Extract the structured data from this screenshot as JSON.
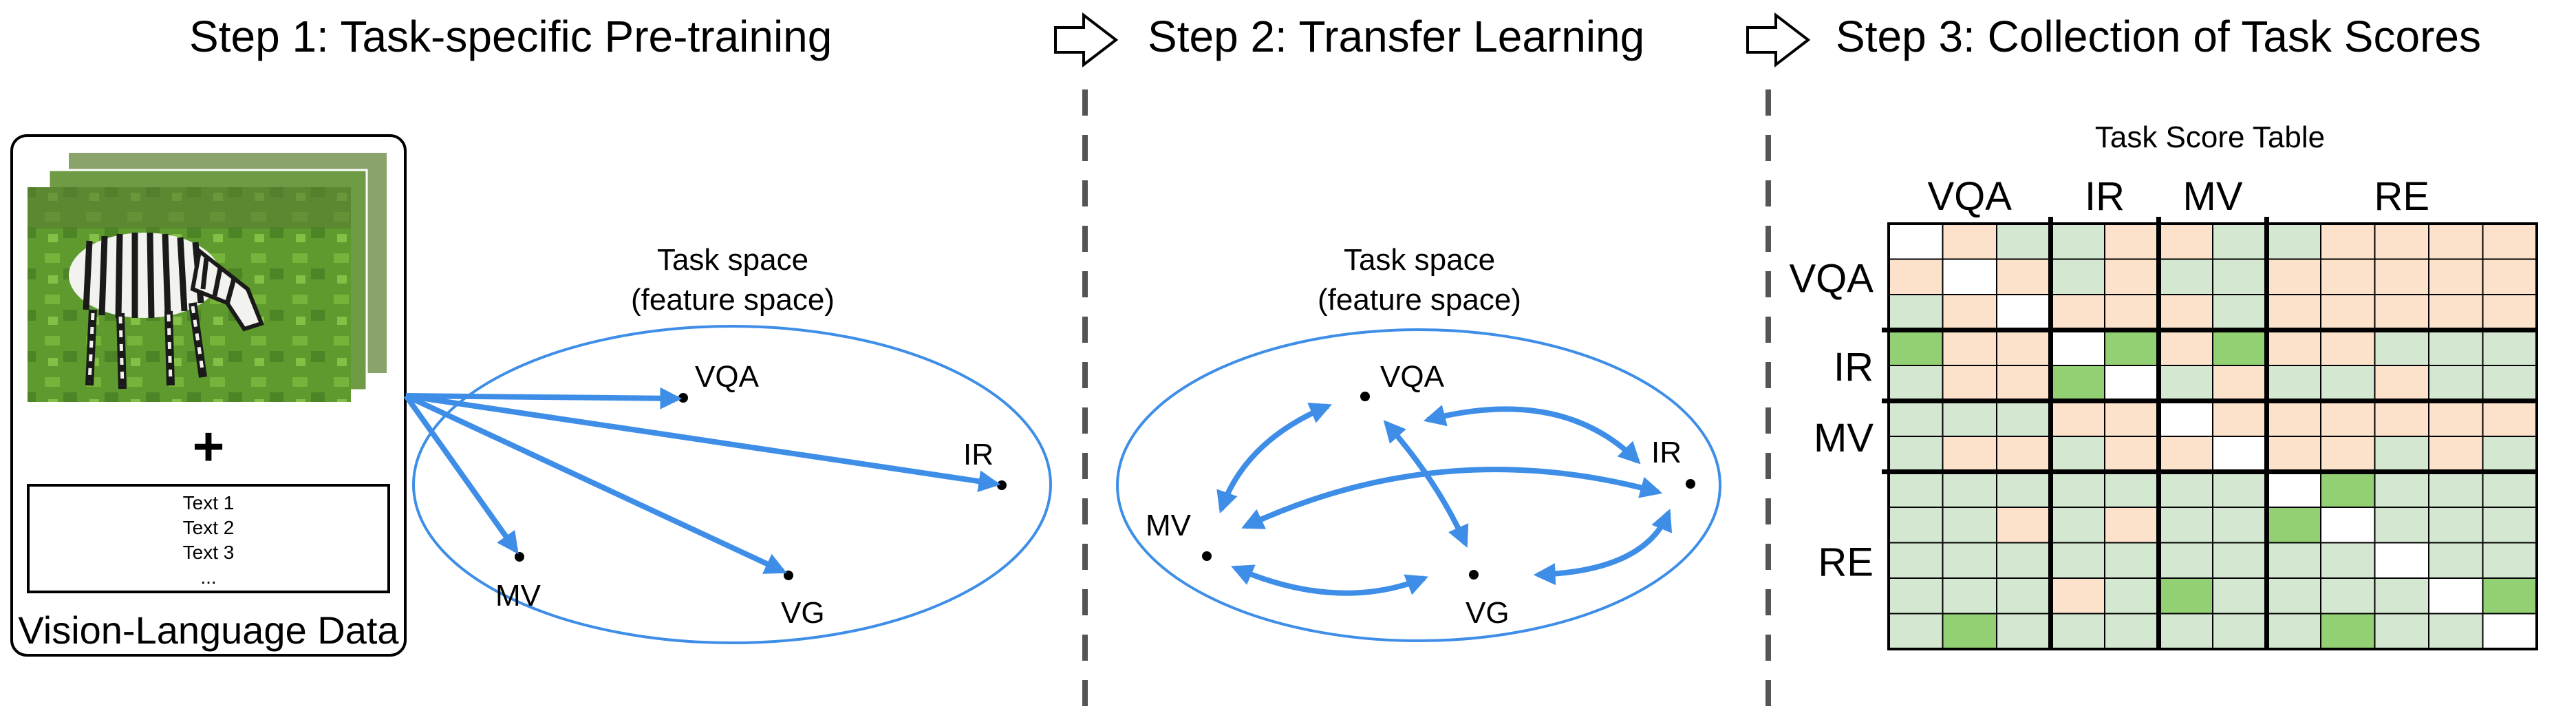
{
  "titles": {
    "step1": "Step 1: Task-specific Pre-training",
    "step2": "Step 2: Transfer Learning",
    "step3": "Step 3: Collection of Task Scores"
  },
  "vl_data": {
    "caption": "Vision-Language Data",
    "texts": [
      "Text 1",
      "Text 2",
      "Text 3",
      "..."
    ],
    "plus": "+"
  },
  "task_space": {
    "line1": "Task space",
    "line2": "(feature space)"
  },
  "tasks": {
    "vqa": "VQA",
    "ir": "IR",
    "mv": "MV",
    "vg": "VG",
    "re": "RE"
  },
  "table": {
    "title": "Task Score Table",
    "groups": [
      {
        "label": "VQA",
        "size": 3
      },
      {
        "label": "IR",
        "size": 2
      },
      {
        "label": "MV",
        "size": 2
      },
      {
        "label": "RE",
        "size": 5
      }
    ],
    "grid": [
      "WOGGOOGGOOOO",
      "OWOGOGGOOOOO",
      "GOWOOOGOOOOO",
      "HOOWHOHOOGGG",
      "GOOHWGOGGOGG",
      "GGGOOWOOOOOO",
      "GOOGOOWOOGOG",
      "GGGGGGGWHGGG",
      "GGOGOGGHWGGG",
      "GGGGGGGGGWGG",
      "GGGOGHGGGGWH",
      "GHGGGGGGHGGW"
    ]
  },
  "colors": {
    "arrow": "#3e8ee8",
    "ellipse": "#3e8ee8",
    "cell_green_light": "#d4e8d1",
    "cell_green": "#93cf73",
    "cell_orange_light": "#fde2cb",
    "cell_orange": "#f8c39c",
    "cell_white": "#ffffff"
  }
}
